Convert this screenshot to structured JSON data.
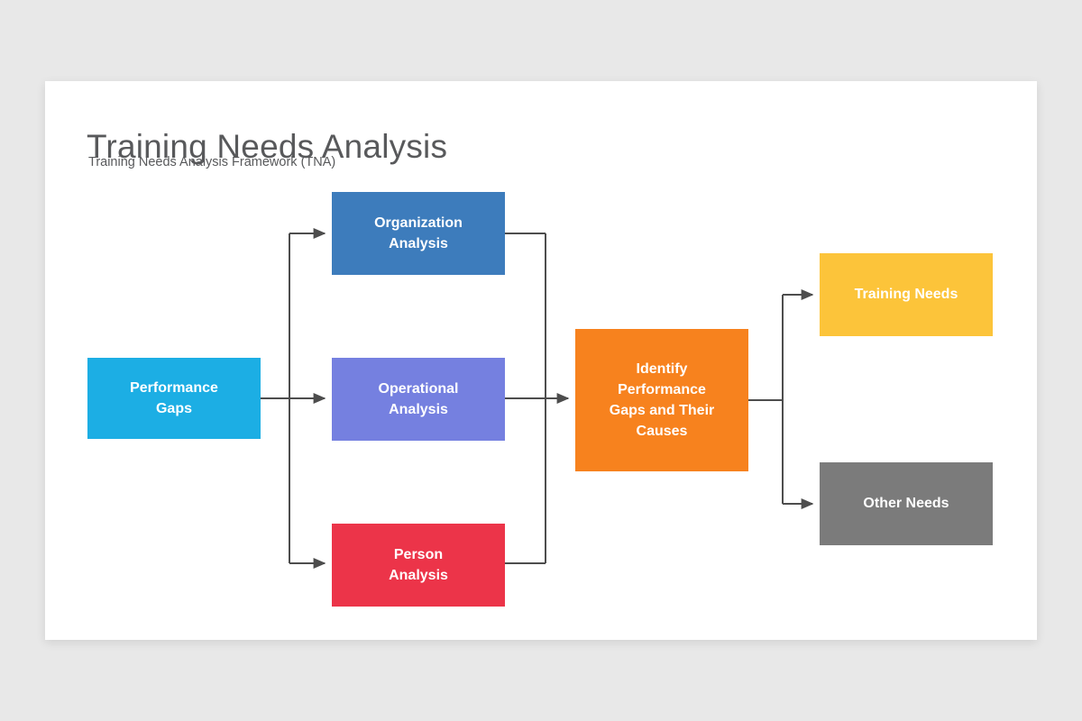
{
  "slide": {
    "title": "Training Needs Analysis",
    "subtitle": "Training Needs Analysis Framework (TNA)",
    "background_color": "#e8e8e8",
    "card_color": "#ffffff",
    "title_color": "#58595b"
  },
  "diagram": {
    "type": "flowchart",
    "connector_color": "#4d4d4d",
    "nodes": {
      "performance_gaps": {
        "label": "Performance\nGaps",
        "line1": "Performance",
        "line2": "Gaps",
        "color": "#1caee4",
        "text_color": "#ffffff"
      },
      "organization_analysis": {
        "label": "Organization\nAnalysis",
        "line1": "Organization",
        "line2": "Analysis",
        "color": "#3d7cbc",
        "text_color": "#ffffff"
      },
      "operational_analysis": {
        "label": "Operational\nAnalysis",
        "line1": "Operational",
        "line2": "Analysis",
        "color": "#7580e0",
        "text_color": "#ffffff"
      },
      "person_analysis": {
        "label": "Person\nAnalysis",
        "line1": "Person",
        "line2": "Analysis",
        "color": "#ec3449",
        "text_color": "#ffffff"
      },
      "identify_gaps": {
        "label": "Identify Performance Gaps and Their Causes",
        "line1": "Identify",
        "line2": "Performance",
        "line3": "Gaps and Their",
        "line4": "Causes",
        "color": "#f7821e",
        "text_color": "#ffffff"
      },
      "training_needs": {
        "label": "Training Needs",
        "line1": "Training Needs",
        "color": "#fcc43a",
        "text_color": "#ffffff"
      },
      "other_needs": {
        "label": "Other Needs",
        "line1": "Other Needs",
        "color": "#7b7b7b",
        "text_color": "#ffffff"
      }
    },
    "edges": [
      {
        "from": "performance_gaps",
        "to": "organization_analysis"
      },
      {
        "from": "performance_gaps",
        "to": "operational_analysis"
      },
      {
        "from": "performance_gaps",
        "to": "person_analysis"
      },
      {
        "from": "organization_analysis",
        "to": "identify_gaps"
      },
      {
        "from": "operational_analysis",
        "to": "identify_gaps"
      },
      {
        "from": "person_analysis",
        "to": "identify_gaps"
      },
      {
        "from": "identify_gaps",
        "to": "training_needs"
      },
      {
        "from": "identify_gaps",
        "to": "other_needs"
      }
    ]
  }
}
